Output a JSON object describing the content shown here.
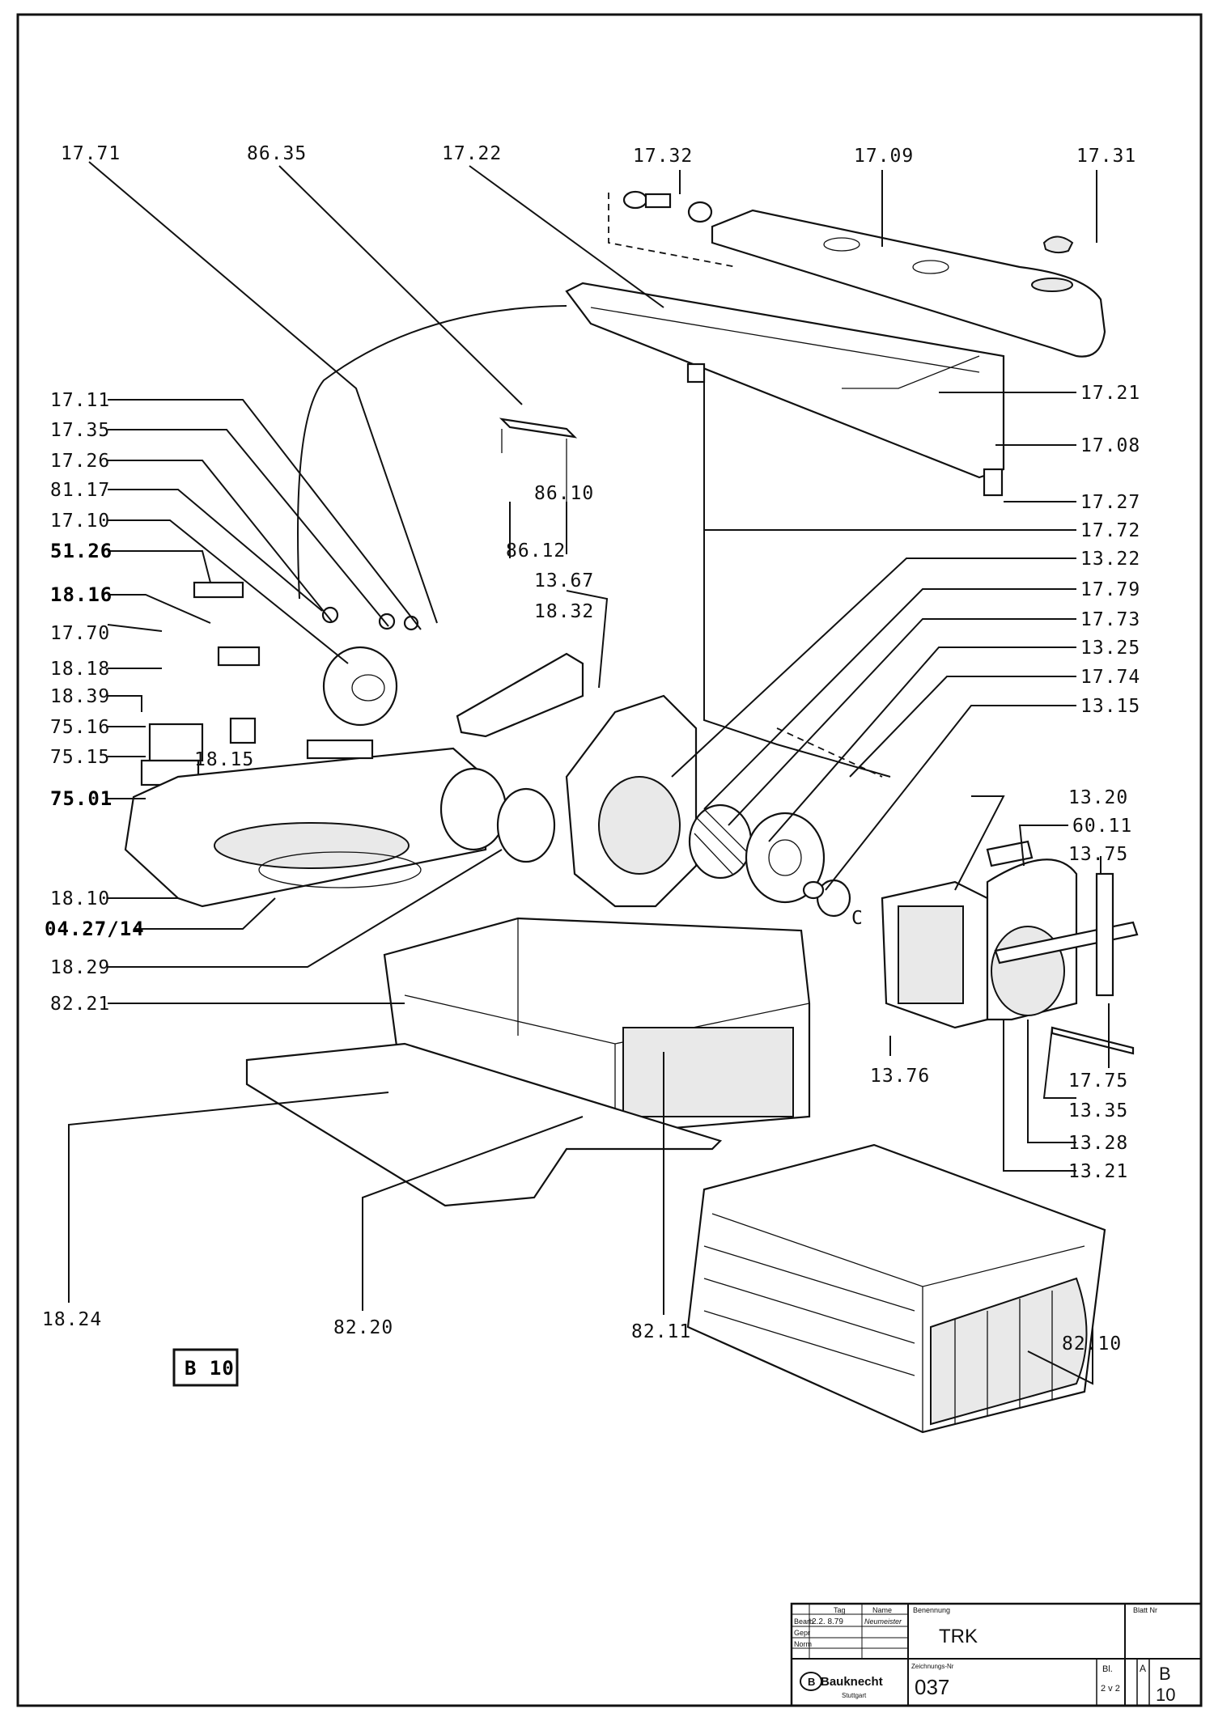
{
  "callouts": {
    "c1771": "17.71",
    "c8635": "86.35",
    "c1722": "17.22",
    "c1732": "17.32",
    "c1709": "17.09",
    "c1731": "17.31",
    "c1711": "17.11",
    "c1735": "17.35",
    "c1726": "17.26",
    "c8117": "81.17",
    "c1710": "17.10",
    "c5126": "51.26",
    "c1816": "18.16",
    "c1770": "17.70",
    "c1818": "18.18",
    "c1839": "18.39",
    "c7516": "75.16",
    "c7515": "75.15",
    "c7501": "75.01",
    "c1810": "18.10",
    "c0427": "04.27/14",
    "c1829": "18.29",
    "c8221": "82.21",
    "c1721": "17.21",
    "c1708": "17.08",
    "c1727": "17.27",
    "c1772": "17.72",
    "c1322": "13.22",
    "c1779": "17.79",
    "c1773": "17.73",
    "c1325": "13.25",
    "c1774": "17.74",
    "c1315": "13.15",
    "c8610": "86.10",
    "c8612": "86.12",
    "c1367": "13.67",
    "c1832": "18.32",
    "c1815": "18.15",
    "c1320": "13.20",
    "c6011": "60.11",
    "c1375a": "13.75",
    "c1376": "13.76",
    "c1775": "17.75",
    "c1335": "13.35",
    "c1328": "13.28",
    "c1321": "13.21",
    "cC": "C",
    "c1824": "18.24",
    "c8220": "82.20",
    "c8211": "82.11",
    "c8210": "82.10"
  },
  "tag_box": "B 10",
  "title_block": {
    "col1": "Tag",
    "col2": "Name",
    "col3": "Benennung",
    "col4": "Blatt Nr",
    "row1": "Bearb",
    "row2": "Gepr",
    "row3": "Norm",
    "date": "2.2. 8.79",
    "name": "Neumeister",
    "title": "TRK",
    "company": "Bauknecht",
    "city": "Stuttgart",
    "drawing_no_label": "Zeichnungs-Nr",
    "drawing_no": "037",
    "bl_label": "Bl.",
    "bl_value": "2 v 2",
    "rev": "A",
    "sheet_id_top": "B",
    "sheet_id_bottom": "10"
  }
}
